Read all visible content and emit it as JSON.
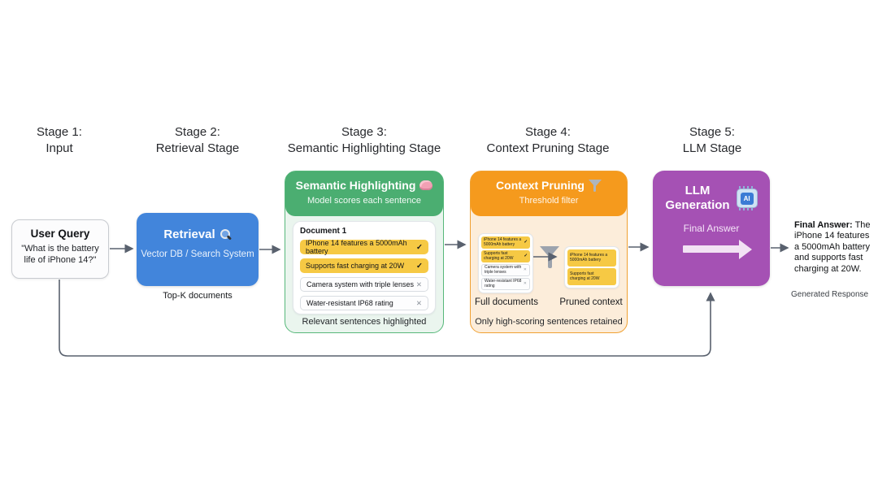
{
  "colors": {
    "retrieval_blue": "#4285db",
    "highlight_green": "#4bae71",
    "panel_green_bg": "#eaf5ee",
    "pruning_orange": "#f59a1d",
    "panel_orange_bg": "#fcedda",
    "sentence_yellow": "#f6c944",
    "llm_purple": "#a551b4",
    "arrow_gray": "#59616e"
  },
  "stage_labels": [
    {
      "line1": "Stage 1:",
      "line2": "Input"
    },
    {
      "line1": "Stage 2:",
      "line2": "Retrieval Stage"
    },
    {
      "line1": "Stage 3:",
      "line2": "Semantic Highlighting Stage"
    },
    {
      "line1": "Stage 4:",
      "line2": "Context Pruning Stage"
    },
    {
      "line1": "Stage 5:",
      "line2": "LLM Stage"
    }
  ],
  "user_query": {
    "title": "User Query",
    "quote": "\"What is the battery life of iPhone 14?\""
  },
  "retrieval": {
    "title": "Retrieval",
    "icon": "magnifier-icon",
    "subtitle": "Vector DB / Search System",
    "caption": "Top-K documents"
  },
  "semantic_highlighting": {
    "title": "Semantic Highlighting",
    "icon": "brain-icon",
    "subtitle": "Model scores each sentence",
    "document_title": "Document 1",
    "sentences": [
      {
        "text": "IPhone 14 features a 5000mAh battery",
        "highlighted": true,
        "mark": "✓"
      },
      {
        "text": "Supports fast charging at 20W",
        "highlighted": true,
        "mark": "✓"
      },
      {
        "text": "Camera system with triple lenses",
        "highlighted": false,
        "mark": "✕"
      },
      {
        "text": "Water-resistant IP68 rating",
        "highlighted": false,
        "mark": "✕"
      }
    ],
    "caption": "Relevant sentences highlighted"
  },
  "context_pruning": {
    "title": "Context Pruning",
    "icon": "funnel-icon",
    "subtitle": "Threshold filter",
    "full_documents_label": "Full documents",
    "pruned_context_label": "Pruned context",
    "full_sentences": [
      {
        "text": "iPhone 14 features a 5000mAh battery",
        "highlighted": true,
        "mark": "✓"
      },
      {
        "text": "Supports fast charging at 20W",
        "highlighted": true,
        "mark": "✓"
      },
      {
        "text": "Camera system with triple lenses",
        "highlighted": false,
        "mark": "✕"
      },
      {
        "text": "Water-resistant IP68 rating",
        "highlighted": false,
        "mark": "✕"
      }
    ],
    "pruned_sentences": [
      {
        "text": "iPhone 14 features a 5000mAh battery"
      },
      {
        "text": "Supports fast charging at 20W"
      }
    ],
    "caption": "Only high-scoring sentences retained"
  },
  "llm": {
    "title_line1": "LLM",
    "title_line2": "Generation",
    "chip_label": "AI",
    "icon": "ai-chip-icon",
    "subtitle": "Final Answer"
  },
  "final_answer": {
    "title": "Final Answer:",
    "body": "The iPhone 14 features a 5000mAh battery and supports fast charging at 20W.",
    "caption": "Generated Response"
  }
}
